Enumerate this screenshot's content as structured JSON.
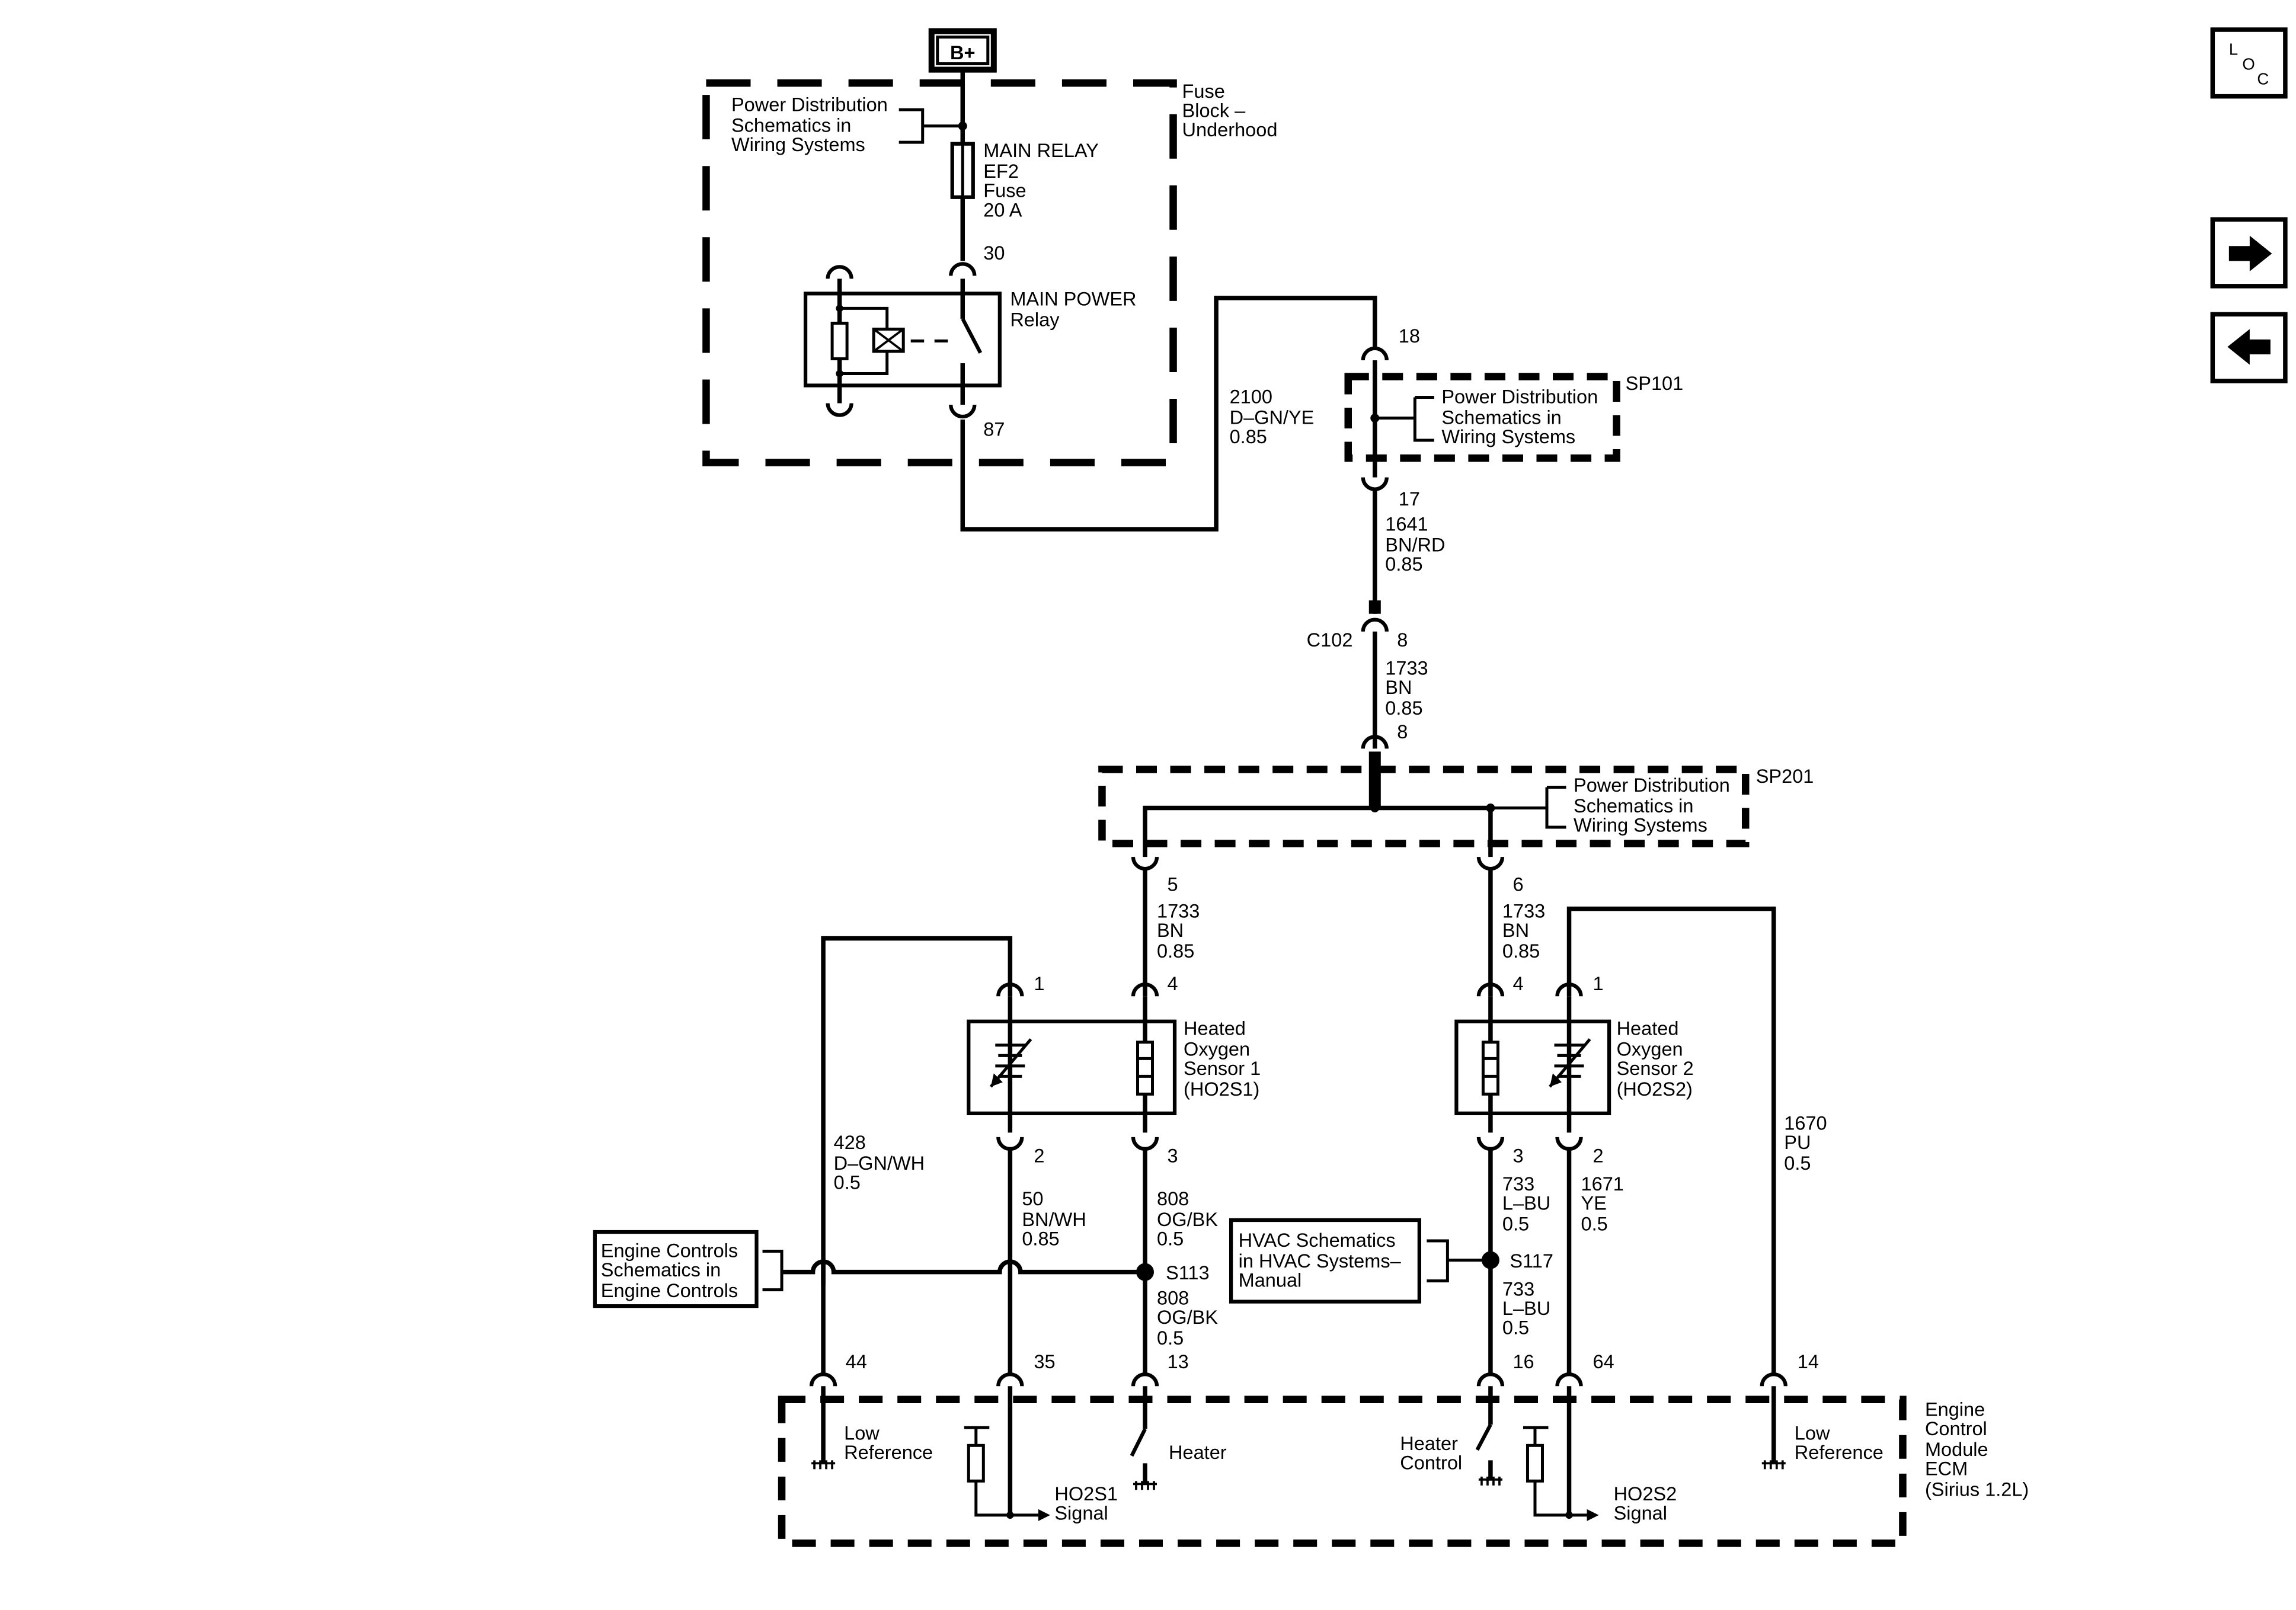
{
  "supply": {
    "label": "B+"
  },
  "fuse_block": {
    "title_1": "Fuse",
    "title_2": "Block –",
    "title_3": "Underhood",
    "ref_1": "Power Distribution",
    "ref_2": "Schematics in",
    "ref_3": "Wiring Systems",
    "fuse_1": "MAIN RELAY",
    "fuse_2": "EF2",
    "fuse_3": "Fuse",
    "fuse_4": "20 A",
    "pin_30": "30",
    "pin_87": "87",
    "relay_1": "MAIN POWER",
    "relay_2": "Relay"
  },
  "wire_2100": {
    "num": "2100",
    "color": "D–GN/YE",
    "size": "0.85"
  },
  "sp101": {
    "name": "SP101",
    "pin_in": "18",
    "pin_out": "17",
    "ref_1": "Power Distribution",
    "ref_2": "Schematics in",
    "ref_3": "Wiring Systems"
  },
  "wire_1641": {
    "num": "1641",
    "color": "BN/RD",
    "size": "0.85"
  },
  "c102": {
    "name": "C102",
    "pin_top": "8",
    "pin_bottom": "8"
  },
  "wire_1733_main": {
    "num": "1733",
    "color": "BN",
    "size": "0.85"
  },
  "sp201": {
    "name": "SP201",
    "pin_left": "5",
    "pin_right": "6",
    "ref_1": "Power Distribution",
    "ref_2": "Schematics in",
    "ref_3": "Wiring Systems"
  },
  "wire_1733_s1": {
    "num": "1733",
    "color": "BN",
    "size": "0.85"
  },
  "wire_1733_s2": {
    "num": "1733",
    "color": "BN",
    "size": "0.85"
  },
  "sensor1": {
    "name_1": "Heated",
    "name_2": "Oxygen",
    "name_3": "Sensor 1",
    "name_4": "(HO2S1)",
    "pin_1": "1",
    "pin_4": "4",
    "pin_2": "2",
    "pin_3": "3"
  },
  "sensor2": {
    "name_1": "Heated",
    "name_2": "Oxygen",
    "name_3": "Sensor 2",
    "name_4": "(HO2S2)",
    "pin_4": "4",
    "pin_1": "1",
    "pin_3": "3",
    "pin_2": "2"
  },
  "wire_428": {
    "num": "428",
    "color": "D–GN/WH",
    "size": "0.5"
  },
  "wire_50": {
    "num": "50",
    "color": "BN/WH",
    "size": "0.85"
  },
  "wire_808_a": {
    "num": "808",
    "color": "OG/BK",
    "size": "0.5"
  },
  "wire_808_b": {
    "num": "808",
    "color": "OG/BK",
    "size": "0.5"
  },
  "wire_733_a": {
    "num": "733",
    "color": "L–BU",
    "size": "0.5"
  },
  "wire_733_b": {
    "num": "733",
    "color": "L–BU",
    "size": "0.5"
  },
  "wire_1671": {
    "num": "1671",
    "color": "YE",
    "size": "0.5"
  },
  "wire_1670": {
    "num": "1670",
    "color": "PU",
    "size": "0.5"
  },
  "s113": {
    "name": "S113"
  },
  "s117": {
    "name": "S117"
  },
  "engine_ref": {
    "line_1": "Engine Controls",
    "line_2": "Schematics in",
    "line_3": "Engine Controls"
  },
  "hvac_ref": {
    "line_1": "HVAC Schematics",
    "line_2": "in HVAC Systems–",
    "line_3": "Manual"
  },
  "ecm": {
    "title_1": "Engine",
    "title_2": "Control",
    "title_3": "Module",
    "title_4": "ECM",
    "title_5": "(Sirius 1.2L)",
    "pin_44": "44",
    "pin_35": "35",
    "pin_13": "13",
    "pin_16": "16",
    "pin_64": "64",
    "pin_14": "14",
    "low_ref_1a": "Low",
    "low_ref_1b": "Reference",
    "ho2s1_a": "HO2S1",
    "ho2s1_b": "Signal",
    "heater": "Heater",
    "heater_ctrl_a": "Heater",
    "heater_ctrl_b": "Control",
    "ho2s2_a": "HO2S2",
    "ho2s2_b": "Signal",
    "low_ref_2a": "Low",
    "low_ref_2b": "Reference"
  },
  "nav": {
    "loc_l": "L",
    "loc_o": "O",
    "loc_c": "C",
    "next_icon": "arrow-right-icon",
    "prev_icon": "arrow-left-icon"
  }
}
